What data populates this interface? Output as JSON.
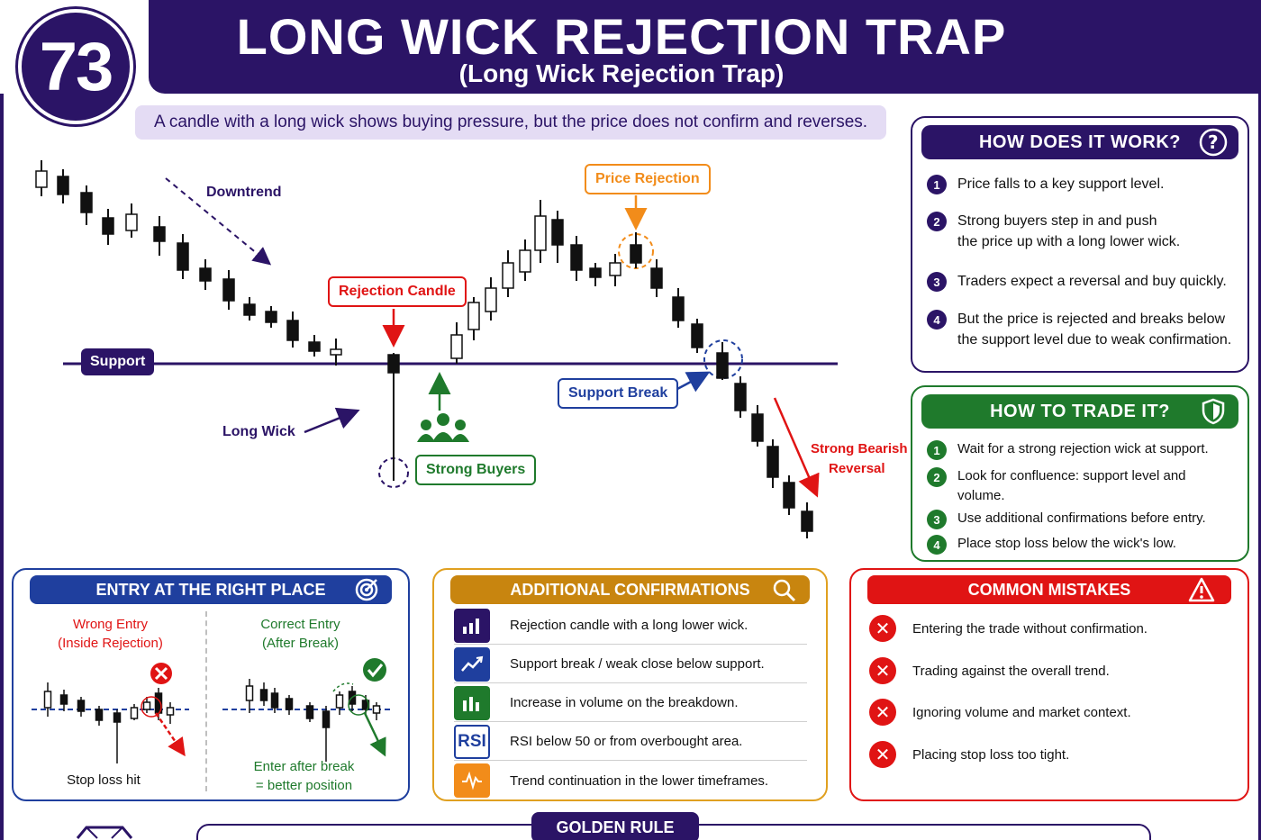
{
  "header": {
    "number": "73",
    "title": "LONG WICK REJECTION TRAP",
    "subtitle": "(Long Wick Rejection Trap)",
    "tagline": "A candle with a long wick shows buying pressure, but the price does not confirm and reverses."
  },
  "chart": {
    "labels": {
      "downtrend": "Downtrend",
      "support": "Support",
      "rejection_candle": "Rejection Candle",
      "long_wick": "Long Wick",
      "strong_buyers": "Strong Buyers",
      "price_rejection": "Price Rejection",
      "support_break": "Support Break",
      "strong_bearish_1": "Strong Bearish",
      "strong_bearish_2": "Reversal"
    },
    "colors": {
      "candle": "#111111",
      "support_line": "#2b1466",
      "red": "#e01414",
      "orange": "#f28c1a",
      "green": "#1f7a2c",
      "blue": "#1f3f9e"
    }
  },
  "how_it_works": {
    "title": "HOW DOES IT WORK?",
    "icon": "question-icon",
    "steps": [
      {
        "n": "1",
        "line1": "Price falls to a key support level.",
        "line2": ""
      },
      {
        "n": "2",
        "line1": "Strong buyers step in and push",
        "line2": "the price up with a long lower wick."
      },
      {
        "n": "3",
        "line1": "Traders expect a reversal and buy quickly.",
        "line2": ""
      },
      {
        "n": "4",
        "line1": "But the price is rejected and breaks below",
        "line2": "the support level due to weak confirmation."
      }
    ]
  },
  "how_to_trade": {
    "title": "HOW TO TRADE IT?",
    "icon": "shield-icon",
    "steps": [
      {
        "n": "1",
        "line1": "Wait for a strong rejection wick at support.",
        "line2": ""
      },
      {
        "n": "2",
        "line1": "Look for confluence: support level and",
        "line2": "volume."
      },
      {
        "n": "3",
        "line1": "Use additional confirmations before entry.",
        "line2": ""
      },
      {
        "n": "4",
        "line1": "Place stop loss below the wick's low.",
        "line2": ""
      }
    ]
  },
  "entry": {
    "title": "ENTRY AT THE RIGHT PLACE",
    "icon": "target-icon",
    "wrong_1": "Wrong Entry",
    "wrong_2": "(Inside Rejection)",
    "wrong_caption": "Stop loss hit",
    "correct_1": "Correct Entry",
    "correct_2": "(After Break)",
    "correct_caption_1": "Enter after break",
    "correct_caption_2": "= better position"
  },
  "confirmations": {
    "title": "ADDITIONAL CONFIRMATIONS",
    "icon": "magnifier-icon",
    "items": [
      {
        "icon": "bar-chart-icon",
        "text": "Rejection candle with a long lower wick."
      },
      {
        "icon": "trend-down-icon",
        "text": "Support break / weak close below support."
      },
      {
        "icon": "volume-icon",
        "text": "Increase in volume on the breakdown."
      },
      {
        "icon": "rsi-icon",
        "icon_text": "RSI",
        "text": "RSI below 50 or from overbought area."
      },
      {
        "icon": "wave-icon",
        "text": "Trend continuation in the lower timeframes."
      }
    ]
  },
  "mistakes": {
    "title": "COMMON MISTAKES",
    "icon": "warning-icon",
    "items": [
      "Entering the trade without confirmation.",
      "Trading against the overall trend.",
      "Ignoring volume and market context.",
      "Placing stop loss too tight."
    ]
  },
  "golden_rule": "GOLDEN RULE"
}
